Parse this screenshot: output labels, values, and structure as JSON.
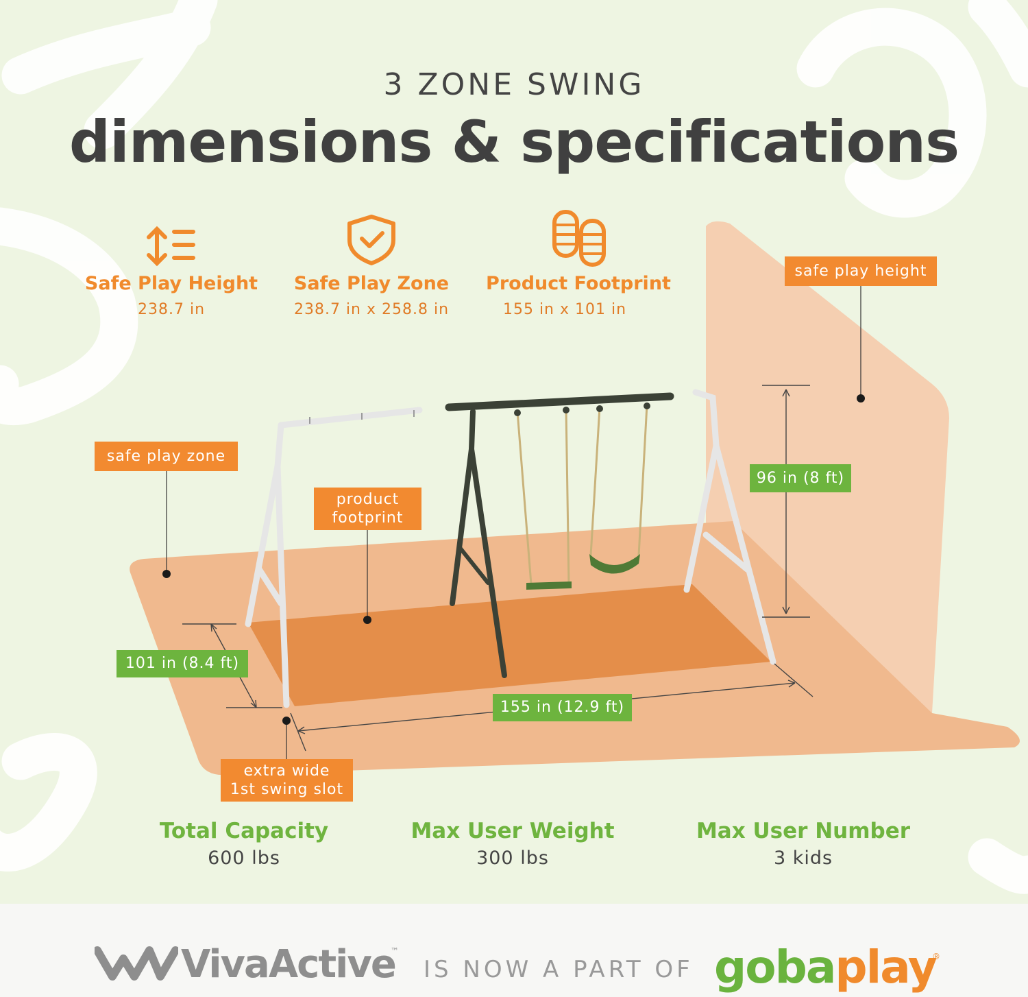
{
  "header": {
    "subtitle": "3 ZONE SWING",
    "title": "dimensions & specifications"
  },
  "specs": [
    {
      "label": "Safe Play Height",
      "value": "238.7 in",
      "icon": "height-arrows-icon"
    },
    {
      "label": "Safe Play Zone",
      "value": "238.7 in x 258.8 in",
      "icon": "shield-check-icon"
    },
    {
      "label": "Product Footprint",
      "value": "155 in  x 101 in",
      "icon": "footprints-icon"
    }
  ],
  "diagram": {
    "safe_play_height_tag": "safe play height",
    "safe_play_zone_tag": "safe play zone",
    "footprint_tag_line1": "product",
    "footprint_tag_line2": "footprint",
    "height_dim": "96 in (8 ft)",
    "depth_dim": "101 in (8.4 ft)",
    "width_dim": "155 in (12.9 ft)",
    "slot_tag_line1": "extra wide",
    "slot_tag_line2": "1st swing slot"
  },
  "capacity": [
    {
      "label": "Total Capacity",
      "value": "600 lbs"
    },
    {
      "label": "Max User Weight",
      "value": "300 lbs"
    },
    {
      "label": "Max User Number",
      "value": "3 kids"
    }
  ],
  "footer": {
    "brand_old": "VivaActive",
    "trademark": "™",
    "joiner": "IS NOW A PART OF",
    "brand_new_part1": "goba",
    "brand_new_part2": "play",
    "registered": "®"
  },
  "colors": {
    "background": "#eef5e2",
    "orange": "#f28a30",
    "green": "#6db43e",
    "zone_fill": "#f0b98e",
    "footprint_fill": "#e48e4a",
    "height_fill": "#f5cfb1"
  }
}
